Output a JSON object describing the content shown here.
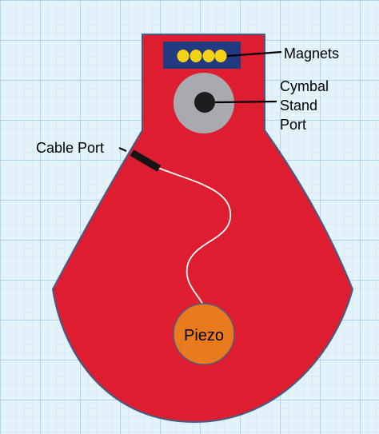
{
  "colors": {
    "grid_background": "#e4f2fa",
    "grid_minor": "#bfdcec",
    "grid_major": "#8fc2df",
    "body_fill": "#de1e30",
    "body_outline": "#3f5e86",
    "magnet_housing": "#213a80",
    "magnet": "#f6d216",
    "stand_port_ring": "#a8aaaf",
    "stand_port_hole": "#1d1d1d",
    "cable": "#ffffff",
    "cable_plug": "#151515",
    "piezo_fill": "#ea7a1e",
    "piezo_outline": "#4d5f80",
    "label_text": "#000000"
  },
  "diagram": {
    "magnet_count": 4,
    "labels": {
      "magnets": "Magnets",
      "stand_port_line1": "Cymbal",
      "stand_port_line2": "Stand",
      "stand_port_line3": "Port",
      "cable_port": "Cable Port",
      "piezo": "Piezo"
    }
  }
}
